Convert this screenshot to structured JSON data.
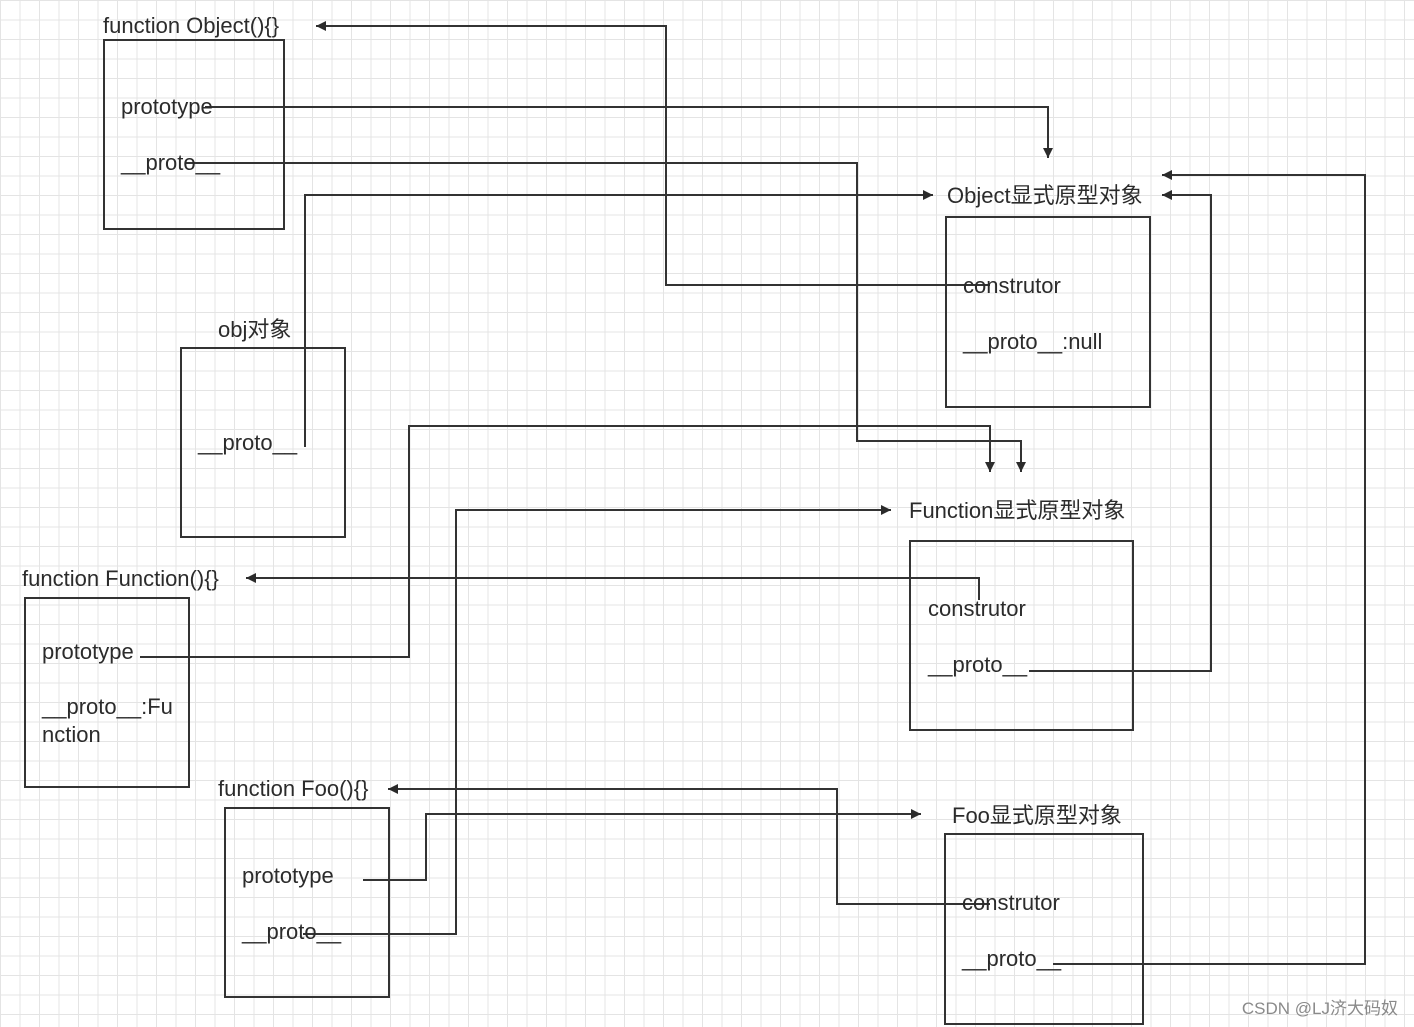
{
  "nodes": {
    "object_fn": {
      "title": "function Object(){}",
      "prototype": "prototype",
      "proto": "__proto__"
    },
    "obj": {
      "title": "obj对象",
      "proto": "__proto__"
    },
    "function_fn": {
      "title": "function Function(){}",
      "prototype": "prototype",
      "proto": "__proto__:Function"
    },
    "foo_fn": {
      "title": "function Foo(){}",
      "prototype": "prototype",
      "proto": "__proto__"
    },
    "object_proto": {
      "title": "Object显式原型对象",
      "constructor": "construtor",
      "proto": "__proto__:null"
    },
    "function_proto": {
      "title": "Function显式原型对象",
      "constructor": "construtor",
      "proto": "__proto__"
    },
    "foo_proto": {
      "title": "Foo显式原型对象",
      "constructor": "construtor",
      "proto": "__proto__"
    }
  },
  "watermark": "CSDN @LJ济大码奴"
}
